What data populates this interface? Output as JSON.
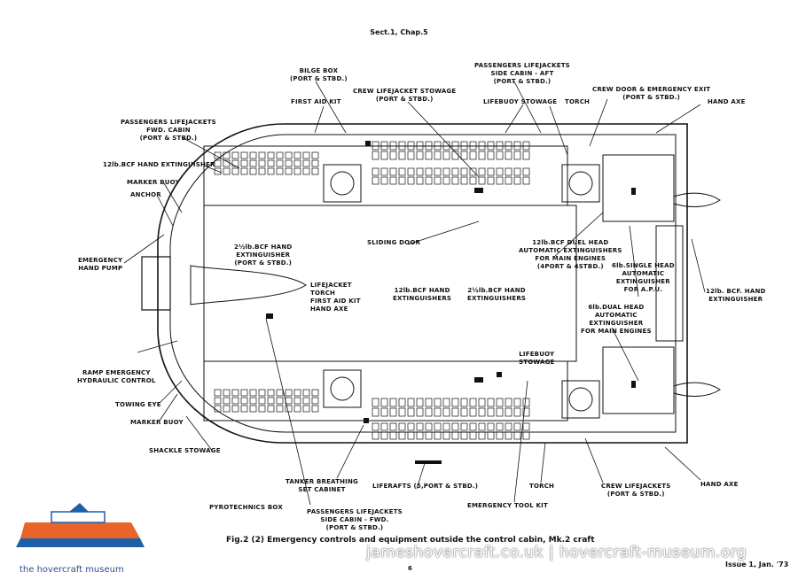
{
  "header": {
    "section": "Sect.1, Chap.5"
  },
  "caption": "Fig.2 (2)   Emergency controls and equipment outside the control cabin, Mk.2 craft",
  "page_number": "6",
  "issue": "Issue 1, Jan. '73",
  "watermark": "jameshovercraft.co.uk | hovercraft-museum.org",
  "logo": {
    "text": "the hovercraft museum",
    "colors": {
      "hull": "#e8642a",
      "base": "#1f5fa8",
      "accent": "#ffffff"
    }
  },
  "labels": {
    "bilge_box": "BILGE BOX\n(PORT & STBD.)",
    "pass_jackets_aft": "PASSENGERS LIFEJACKETS\nSIDE CABIN - AFT\n(PORT & STBD.)",
    "first_aid_kit": "FIRST AID KIT",
    "crew_jacket_stowage": "CREW LIFEJACKET STOWAGE\n(PORT & STBD.)",
    "lifebuoy_stowage_top": "LIFEBUOY STOWAGE",
    "torch_top": "TORCH",
    "crew_door": "CREW DOOR & EMERGENCY EXIT\n(PORT & STBD.)",
    "hand_axe_top": "HAND AXE",
    "pass_jackets_fwd": "PASSENGERS LIFEJACKETS\nFWD. CABIN\n(PORT & STBD.)",
    "bcf_12_left": "12lb.BCF HAND EXTINGUISHER",
    "marker_buoy_top": "MARKER BUOY",
    "anchor": "ANCHOR",
    "emergency_hand_pump": "EMERGENCY\nHAND PUMP",
    "bcf_2half": "2½lb.BCF HAND\nEXTINGUISHER\n(PORT & STBD.)",
    "sliding_door": "SLIDING DOOR",
    "duel_head": "12lb.BCF DUEL HEAD\nAUTOMATIC EXTINGUISHERS\nFOR MAIN ENGINES\n(4PORT & 4STBD.)",
    "single_head": "6lb.SINGLE HEAD\nAUTOMATIC\nEXTINGUISHER\nFOR A.P.U.",
    "bcf_12_right": "12lb. BCF. HAND\nEXTINGUISHER",
    "lifejacket_group": "LIFEJACKET\nTORCH\nFIRST AID KIT\nHAND AXE",
    "hand_extinguishers_12": "12lb.BCF HAND\nEXTINGUISHERS",
    "hand_extinguishers_2half": "2½lb.BCF HAND\nEXTINGUISHERS",
    "dual_head": "6lb.DUAL HEAD\nAUTOMATIC\nEXTINGUISHER\nFOR MAIN ENGINES",
    "ramp_control": "RAMP EMERGENCY\nHYDRAULIC CONTROL",
    "lifebuoy_stowage_bottom": "LIFEBUOY\nSTOWAGE",
    "towing_eye": "TOWING EYE",
    "marker_buoy_bottom": "MARKER BUOY",
    "shackle_stowage": "SHACKLE STOWAGE",
    "tanker_breathing": "TANKER BREATHING\nSET CABINET",
    "liferafts": "LIFERAFTS (5,PORT & STBD.)",
    "torch_bottom": "TORCH",
    "crew_lifejackets": "CREW LIFEJACKETS\n(PORT & STBD.)",
    "hand_axe_bottom": "HAND AXE",
    "emergency_tool_kit": "EMERGENCY TOOL KIT",
    "pyrotechnics_box": "PYROTECHNICS BOX",
    "pass_jackets_side_fwd": "PASSENGERS LIFEJACKETS\nSIDE CABIN - FWD.\n(PORT & STBD.)"
  }
}
